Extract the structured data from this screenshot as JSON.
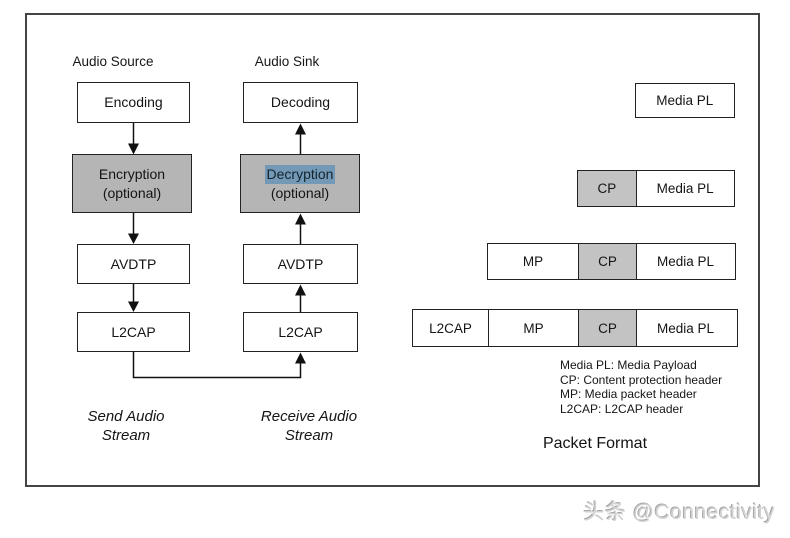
{
  "colors": {
    "box_gray": "#b5b5b5",
    "cell_gray": "#c3c3c3",
    "selection_highlight": "#7399b6",
    "border": "#222222",
    "frame_border": "#444444",
    "watermark_gray": "#d2d2d2"
  },
  "columns": {
    "source": {
      "title": "Audio Source",
      "boxes": {
        "encoding": "Encoding",
        "encryption": "Encryption",
        "encryption_sub": "(optional)",
        "avdtp": "AVDTP",
        "l2cap": "L2CAP"
      },
      "caption": "Send Audio Stream"
    },
    "sink": {
      "title": "Audio Sink",
      "boxes": {
        "decoding": "Decoding",
        "decryption": "Decryption",
        "decryption_sub": "(optional)",
        "avdtp": "AVDTP",
        "l2cap": "L2CAP"
      },
      "caption": "Receive Audio Stream"
    }
  },
  "packet_format": {
    "rows": [
      {
        "cells": [
          {
            "label": "Media PL",
            "shaded": false
          }
        ]
      },
      {
        "cells": [
          {
            "label": "CP",
            "shaded": true
          },
          {
            "label": "Media PL",
            "shaded": false
          }
        ]
      },
      {
        "cells": [
          {
            "label": "MP",
            "shaded": false
          },
          {
            "label": "CP",
            "shaded": true
          },
          {
            "label": "Media PL",
            "shaded": false
          }
        ]
      },
      {
        "cells": [
          {
            "label": "L2CAP",
            "shaded": false
          },
          {
            "label": "MP",
            "shaded": false
          },
          {
            "label": "CP",
            "shaded": true
          },
          {
            "label": "Media PL",
            "shaded": false
          }
        ]
      }
    ],
    "legend": [
      "Media PL: Media Payload",
      "CP: Content protection header",
      "MP: Media packet header",
      "L2CAP: L2CAP header"
    ],
    "title": "Packet Format"
  },
  "watermark": {
    "text": "头条 @Connectivity"
  }
}
